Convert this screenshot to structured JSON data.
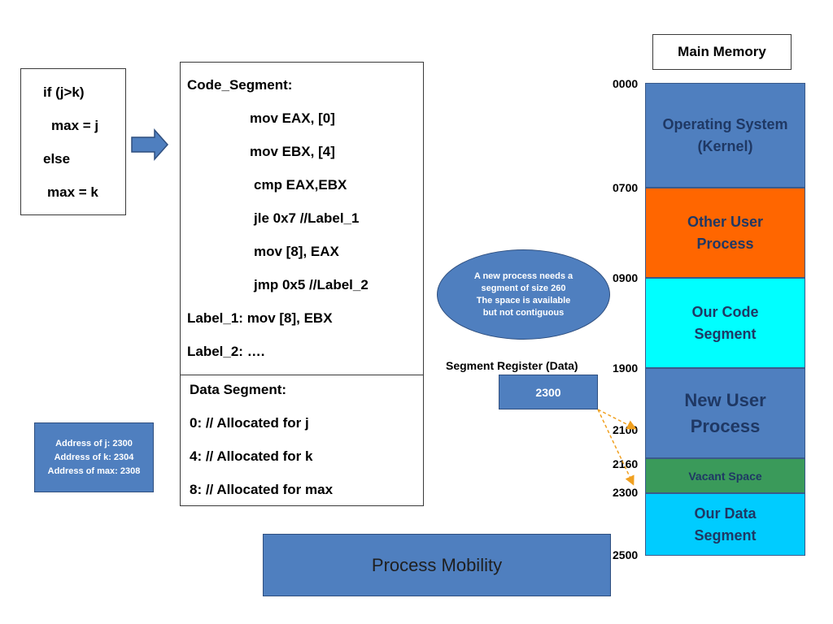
{
  "pseudocode": {
    "lines": [
      "if (j>k)",
      "max = j",
      "else",
      "max = k"
    ]
  },
  "code_segment": {
    "header": "Code_Segment:",
    "lines": [
      "mov EAX, [0]",
      "mov EBX, [4]",
      "cmp EAX,EBX",
      "jle 0x7 //Label_1",
      "mov [8], EAX",
      "jmp 0x5 //Label_2",
      "Label_1: mov [8], EBX",
      "Label_2: …."
    ]
  },
  "data_segment": {
    "header": "Data Segment:",
    "lines": [
      "0: // Allocated for j",
      "4: // Allocated for k",
      "8: // Allocated for max"
    ]
  },
  "memory": {
    "title": "Main Memory",
    "blocks": [
      {
        "label": [
          "Operating System",
          "(Kernel)"
        ],
        "color": "#4f7fbf"
      },
      {
        "label": [
          "Other User",
          "Process"
        ],
        "color": "#ff6600"
      },
      {
        "label": [
          "Our Code",
          "Segment"
        ],
        "color": "#00ffff"
      },
      {
        "label": [
          "New User",
          "Process"
        ],
        "color": "#4f7fbf"
      },
      {
        "label": [
          "Vacant Space"
        ],
        "color": "#3a9a5a"
      },
      {
        "label": [
          "Our Data",
          "Segment"
        ],
        "color": "#00ccff"
      }
    ],
    "addresses": [
      "0000",
      "0700",
      "0900",
      "1900",
      "2100",
      "2160",
      "2300",
      "2500"
    ]
  },
  "note": {
    "lines": [
      "A new process needs a",
      "segment of size 260",
      "The space is available",
      "but not contiguous"
    ]
  },
  "segment_register": {
    "label": "Segment Register (Data)",
    "value": "2300"
  },
  "address_note": {
    "lines": [
      "Address of j: 2300",
      "Address of k: 2304",
      "Address of max: 2308"
    ]
  },
  "title": "Process Mobility",
  "colors": {
    "blue": "#4f7fbf",
    "orange": "#ff6600",
    "cyan": "#00ffff",
    "green": "#3a9a5a",
    "light_cyan": "#00ccff",
    "arrow_dashed": "#f0a020"
  }
}
